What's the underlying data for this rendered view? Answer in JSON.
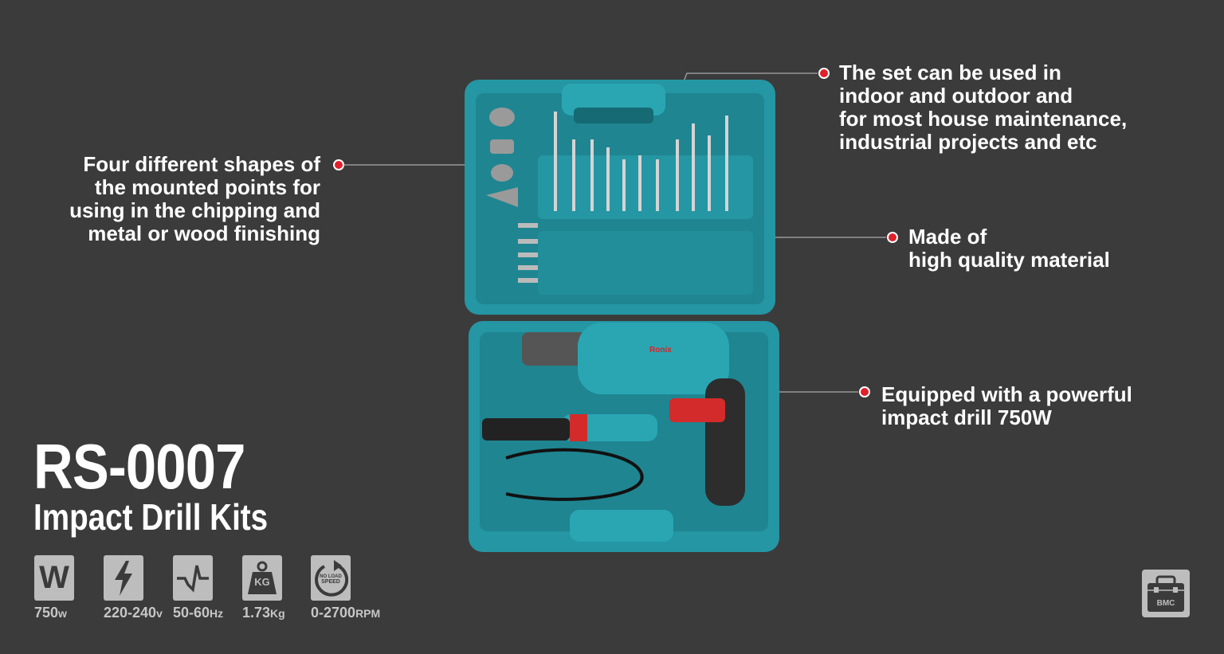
{
  "product": {
    "model": "RS-0007",
    "name": "Impact Drill Kits",
    "accent_color": "#2a9aa6",
    "callout_dot_color": "#e0202a"
  },
  "callouts": [
    {
      "lines": [
        "Four different shapes of",
        "the mounted points for",
        "using in the chipping and",
        "metal or wood finishing"
      ]
    },
    {
      "lines": [
        "The set can be used in",
        "indoor and outdoor and",
        "for most house maintenance,",
        "industrial projects and etc"
      ]
    },
    {
      "lines": [
        "Made of",
        "high quality material"
      ]
    },
    {
      "lines": [
        "Equipped with a powerful",
        "impact drill  750W"
      ]
    }
  ],
  "specs": [
    {
      "icon": "watt-icon",
      "value": "750",
      "unit": "w"
    },
    {
      "icon": "lightning-icon",
      "value": "220-240",
      "unit": "v"
    },
    {
      "icon": "frequency-wave-icon",
      "value": "50-60",
      "unit": "Hz"
    },
    {
      "icon": "weight-kg-icon",
      "value": "1.73",
      "unit": "Kg"
    },
    {
      "icon": "no-load-speed-icon",
      "value": "0-2700",
      "unit": "RPM"
    }
  ],
  "icon_text": {
    "watt": "W",
    "kg": "KG",
    "speed1": "NO LOAD",
    "speed2": "SPEED",
    "bmc": "BMC"
  },
  "case_brand": "Ronix"
}
